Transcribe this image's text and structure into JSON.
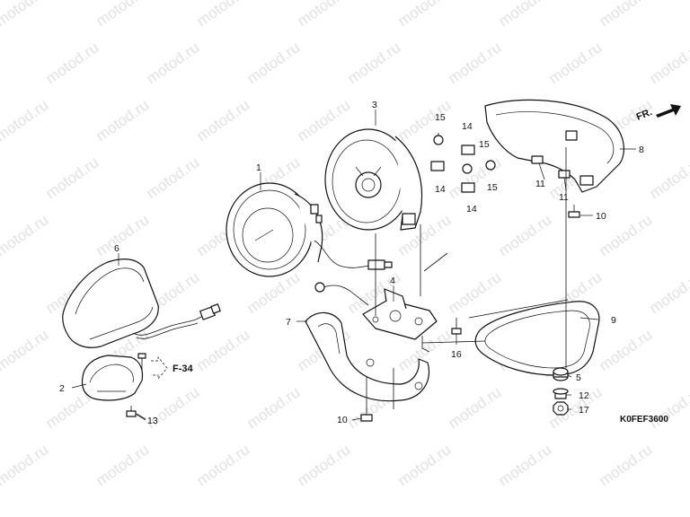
{
  "watermark": "motod.ru",
  "direction_label": "FR.",
  "diagram_code": "K0FEF3600",
  "reference": "F-34",
  "callouts": {
    "p1": "1",
    "p2": "2",
    "p3": "3",
    "p4": "4",
    "p5": "5",
    "p6": "6",
    "p7": "7",
    "p8": "8",
    "p9": "9",
    "p10a": "10",
    "p10b": "10",
    "p11a": "11",
    "p11b": "11",
    "p12": "12",
    "p13": "13",
    "p14a": "14",
    "p14b": "14",
    "p14c": "14",
    "p15a": "15",
    "p15b": "15",
    "p15c": "15",
    "p16": "16",
    "p17": "17"
  }
}
